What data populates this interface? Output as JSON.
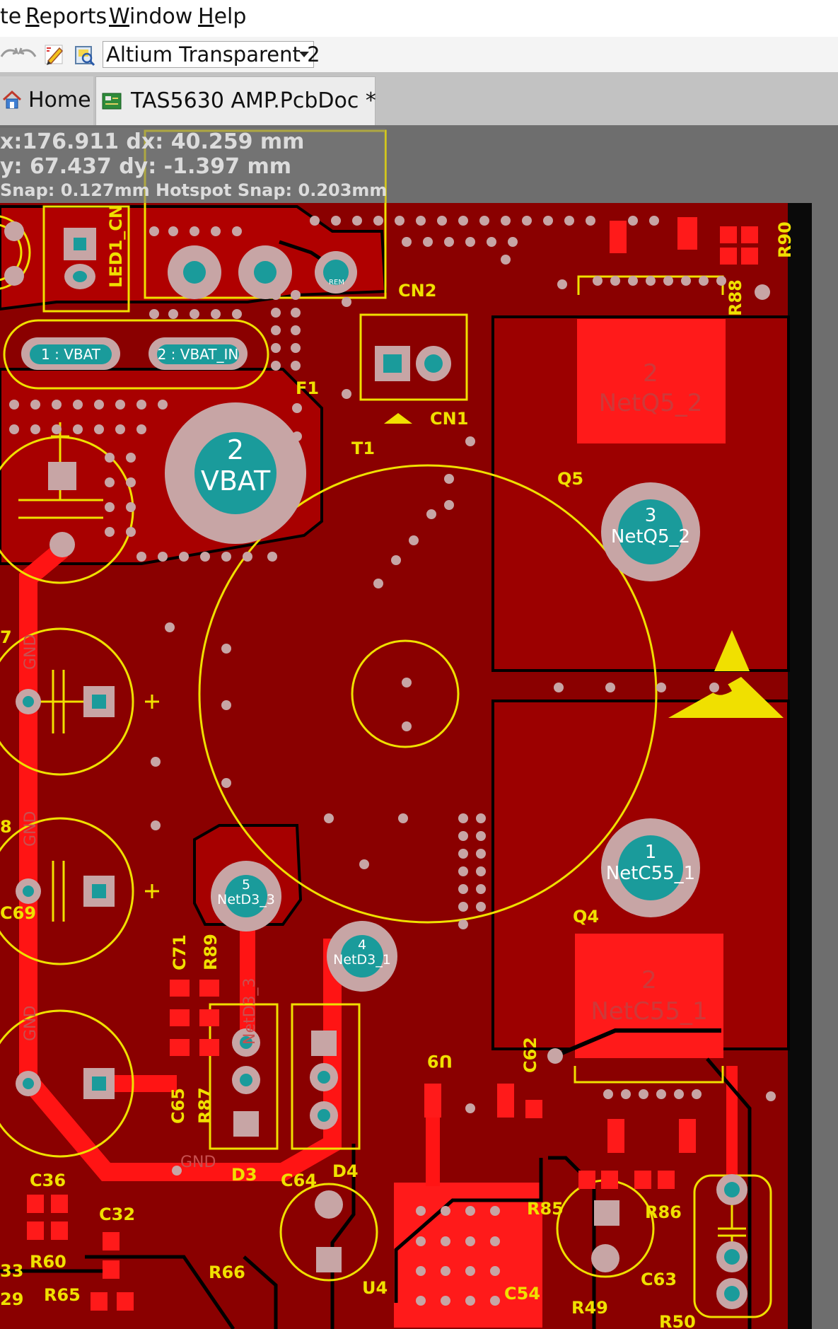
{
  "menu": {
    "items": [
      {
        "label": "te"
      },
      {
        "label": "Reports",
        "mnemonic": "R"
      },
      {
        "label": "Window",
        "mnemonic": "W"
      },
      {
        "label": "Help",
        "mnemonic": "H"
      }
    ]
  },
  "toolbar": {
    "combo_value": "Altium Transparent 2"
  },
  "tabs": [
    {
      "label": "Home"
    },
    {
      "label": "TAS5630 AMP.PcbDoc *"
    }
  ],
  "hud": {
    "line1": "x:176.911   dx: 40.259 mm",
    "line2": "y: 67.437    dy: -1.397 mm",
    "line3": "Snap: 0.127mm Hotspot Snap: 0.203mm"
  },
  "pcb": {
    "designators": [
      "LED1_CN",
      "CN2",
      "CN1",
      "F1",
      "T1",
      "Q5",
      "Q4",
      "R88",
      "R90",
      "C71",
      "R89",
      "C69",
      "C65",
      "R87",
      "D3",
      "D4",
      "C64",
      "U9",
      "C62",
      "C36",
      "C32",
      "R60",
      "R65",
      "R66",
      "U4",
      "R85",
      "R86",
      "C63",
      "C54",
      "R49",
      "R50",
      "33",
      "29",
      "7",
      "8"
    ],
    "pads": [
      {
        "number": "1",
        "net": "VBAT"
      },
      {
        "number": "2",
        "net": "VBAT_IN"
      },
      {
        "number": "2",
        "net": "VBAT"
      },
      {
        "number": "2",
        "net": "NetQ5_2"
      },
      {
        "number": "3",
        "net": "NetQ5_2"
      },
      {
        "number": "1",
        "net": "NetC55_1"
      },
      {
        "number": "2",
        "net": "NetC55_1"
      },
      {
        "number": "5",
        "net": "NetD3_3"
      },
      {
        "number": "4",
        "net": "NetD3_1"
      }
    ],
    "net_labels": [
      "GND",
      "GND",
      "GND",
      "NetD3_3",
      "GND",
      "REM"
    ],
    "colors": {
      "board": "#8a0000",
      "copper": "#e80000",
      "overlay": "#f0e000",
      "pad": "#c8a8a8",
      "via_hole": "#1a9b9b",
      "outline": "#000000"
    }
  }
}
